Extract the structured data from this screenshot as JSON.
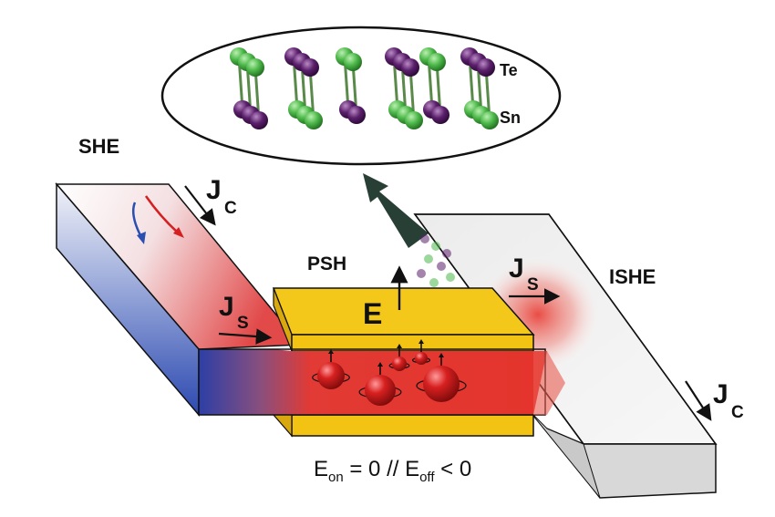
{
  "labels": {
    "she": "SHE",
    "ishe": "ISHE",
    "psh": "PSH",
    "te": "Te",
    "sn": "Sn",
    "field": "E",
    "jc_main": "J",
    "jc_sub": "C",
    "js_main": "J",
    "js_sub": "S"
  },
  "equation": {
    "e1": "E",
    "on_sub": "on",
    "middle": " = 0 // ",
    "e2": "E",
    "off_sub": "off",
    "tail": " < 0"
  },
  "colors": {
    "spin_up": "#d42020",
    "spin_down": "#2a4fb0",
    "gate_yellow": "#f2c313",
    "te_atom": "#5a1f6b",
    "sn_atom": "#4db84a",
    "bar_gray": "#e4e4e4"
  }
}
